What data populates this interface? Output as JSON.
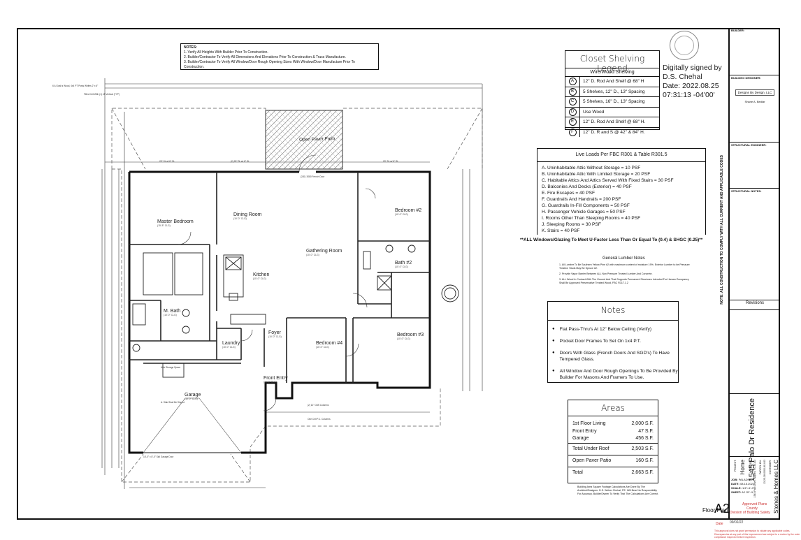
{
  "general_notes": {
    "title": "NOTES:",
    "items": [
      "1. Verify All Heights With Builder Prior To Construction.",
      "2. Builder/Contractor To Verify All Dimensions And Elevations Prior To Construction & Truss Manufacture.",
      "3. Builder/Contractor To Verify All Window/Door Rough Opening Sizes With Window/Door Manufacture Prior To Construction."
    ]
  },
  "closet_legend": {
    "title": "Closet Shelving Legend",
    "header": "Wire/Wood Shelving",
    "rows": [
      {
        "key": "A",
        "text": "12\" D. Rod And Shelf @ 68\" H"
      },
      {
        "key": "B",
        "text": "5 Shelves, 12\" D., 13\" Spacing"
      },
      {
        "key": "C",
        "text": "5 Shelves, 16\" D., 13\" Spacing"
      },
      {
        "key": "D",
        "text": "Use Wood"
      },
      {
        "key": "E",
        "text": "12\" D. Rod And Shelf @ 68\" H."
      },
      {
        "key": "F",
        "text": "12\" D. R and S @ 42\" & 84\" H."
      }
    ]
  },
  "signature": {
    "line1": "Digitally signed by",
    "line2": "D.S. Chehal",
    "line3": "Date: 2022.08.25",
    "line4": "07:31:13 -04'00'"
  },
  "live_loads": {
    "title": "Live Loads Per FBC R301 & Table R301.5",
    "items": [
      "A. Uninhabitable Attic Without Storage = 10 PSF",
      "B. Uninhabitable Attic With Limited Storage = 20 PSF",
      "C. Habitable Attics And Attics Served With Fixed Stairs = 30 PSF",
      "D. Balconies And Decks (Exterior) = 40 PSF",
      "E. Fire Escapes = 40 PSF",
      "F. Guardrails And Handrails = 200 PSF",
      "G. Guardrails In-Fill Components = 50 PSF",
      "H. Passenger Vehicle Garages = 50 PSF",
      "I. Rooms Other Than Sleeping Rooms = 40 PSF",
      "J. Sleeping Rooms = 30 PSF",
      "K. Stairs = 40 PSF"
    ],
    "glazing": "**ALL Windows/Glazing To Meet U-Factor Less Than Or Equal To (0.4) & SHGC (0.25)**"
  },
  "lumber_notes": {
    "title": "General Lumber Notes",
    "items": [
      "1. All Lumber To Be Southern Yellow Pine #2 with maximum content of moisture 19%. Exterior Lumber to be Pressure Treated. Studs May Be Spruce #2.",
      "2. Provide Vapor Barrier Between ALL Non Pressure Treated Lumber And Concrete.",
      "3. ALL Wood In Contact With The Ground And That Supports Permanent Structures Intended For Human Occupancy Shall Be Approved Preservative Treated Wood, FBC R317.1.2"
    ]
  },
  "notes_box": {
    "title": "Notes",
    "items": [
      "Flat Pass-Thru's At 12\" Below Ceiling (Verify)",
      "Pocket Door Frames To Set On 1x4 P.T.",
      "Doors With Glass (French Doors And SGD's) To Have Tempered Glass.",
      "All Window And Door Rough Openings To Be Provided By Builder For Masons And Framers To Use."
    ]
  },
  "areas": {
    "title": "Areas",
    "rows": [
      {
        "label": "1st Floor Living",
        "value": "2,000 S.F."
      },
      {
        "label": "Front Entry",
        "value": "47 S.F."
      },
      {
        "label": "Garage",
        "value": "456 S.F."
      },
      {
        "label": "Total Under Roof",
        "value": "2,503 S.F."
      },
      {
        "label": "Open Paver Patio",
        "value": "160 S.F."
      },
      {
        "label": "Total",
        "value": "2,663 S.F."
      }
    ],
    "footnote": "Building Area Square Footage Calculations Are Done By The Architect/Designer. D.S. Weber Chehal, PE. Will Bear No Responsibility For Accuracy. Builder/Owner To Verify That The Calculations Are Correct."
  },
  "rooms": {
    "master_bedroom": {
      "name": "Master Bedroom",
      "dim": "(15'-8\" CLG)"
    },
    "dining_room": {
      "name": "Dining Room",
      "dim": "(10'-0\" CLG)"
    },
    "gathering_room": {
      "name": "Gathering Room",
      "dim": "(10'-0\" CLG)"
    },
    "kitchen": {
      "name": "Kitchen",
      "dim": "(10'-0\" CLG)"
    },
    "bedroom2": {
      "name": "Bedroom #2",
      "dim": "(10'-0\" CLG)"
    },
    "bath2": {
      "name": "Bath #2",
      "dim": "(10'-0\" CLG)"
    },
    "bedroom3": {
      "name": "Bedroom #3",
      "dim": "(10'-0\" CLG)"
    },
    "bedroom4": {
      "name": "Bedroom #4",
      "dim": "(10'-0\" CLG)"
    },
    "m_bath": {
      "name": "M. Bath",
      "dim": "(10'-0\" CLG)"
    },
    "laundry": {
      "name": "Laundry",
      "dim": "(10'-0\" CLG)"
    },
    "foyer": {
      "name": "Foyer",
      "dim": "(10'-0\" CLG)"
    },
    "front_entry": {
      "name": "Front Entry",
      "dim": "(10'-0\" CLG)"
    },
    "garage": {
      "name": "Garage",
      "dim": "(10'-0\" CLG)"
    },
    "patio": {
      "name": "Open Paver Patio"
    }
  },
  "title_block": {
    "builder": "BUILDER:",
    "building_designer": "BUILDING DESIGNER:",
    "designer_company": "Designs By Design, LLC",
    "designer_name": "Shane A. Bedlar",
    "structural_engineer": "STRUCTURAL ENGINEER:",
    "structural_notes": "STRUCTURAL NOTES:",
    "revisions": "Revisions",
    "project_name": "1545 Palo Dr Residence",
    "project": "PROJECT:",
    "project_value": "Home",
    "location": "LOCATION:",
    "location_value": "1545 Palo Drive, Naples, FL 33103",
    "parcel": "PARCEL ID#:",
    "parcel_value": "13-25-28-0000-80-043",
    "customer": "CUSTOMER:",
    "customer_value": "Stones & Homes LLC",
    "job": "JOB:",
    "job_value": "PALADINO",
    "date": "DATE:",
    "date_value": "08.15.2022",
    "scale": "SCALE:",
    "scale_value": "1/4\"=1'-0\"",
    "sheet": "SHEET:",
    "sheet_value": "A2",
    "of_value": "OF: 9",
    "vertical_note": "NOTE: ALL CONSTRUCTION TO COMPLY WITH ALL CURRENT AND APPLICABLE CODES"
  },
  "sheet_label": "Floor Plan",
  "approval_stamp": {
    "approved": "Approved Plans",
    "county": "County",
    "division": "Division of Building Safety",
    "date_label": "Date",
    "date_value": "09/02/22",
    "fine_print": "This approval does not grant permission to violate any applicable codes. Discrepancies at any part of this improvement are subject to a review by the code compliance inspector before inspection."
  }
}
